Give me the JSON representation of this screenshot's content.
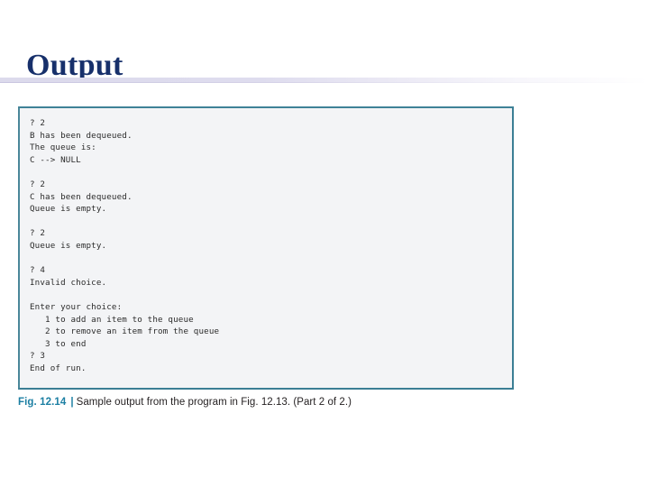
{
  "slide": {
    "title": "Output"
  },
  "figure": {
    "console_text": "? 2\nB has been dequeued.\nThe queue is:\nC --> NULL\n\n? 2\nC has been dequeued.\nQueue is empty.\n\n? 2\nQueue is empty.\n\n? 4\nInvalid choice.\n\nEnter your choice:\n   1 to add an item to the queue\n   2 to remove an item from the queue\n   3 to end\n? 3\nEnd of run.",
    "console_lines": [
      "? 2",
      "B has been dequeued.",
      "The queue is:",
      "C --> NULL",
      "",
      "? 2",
      "C has been dequeued.",
      "Queue is empty.",
      "",
      "? 2",
      "Queue is empty.",
      "",
      "? 4",
      "Invalid choice.",
      "",
      "Enter your choice:",
      "   1 to add an item to the queue",
      "   2 to remove an item from the queue",
      "   3 to end",
      "? 3",
      "End of run."
    ],
    "caption": {
      "label": "Fig. 12.14",
      "separator": "|",
      "text": "Sample output from the program in Fig. 12.13. (Part 2 of 2.)"
    }
  },
  "colors": {
    "title": "#17306b",
    "box_border": "#3b7e94",
    "box_background": "#f3f4f6",
    "caption_label": "#1c7fa3",
    "caption_text": "#231f20",
    "divider": "#dcdaec",
    "page_background": "#ffffff",
    "console_text": "#2b2b2b"
  }
}
